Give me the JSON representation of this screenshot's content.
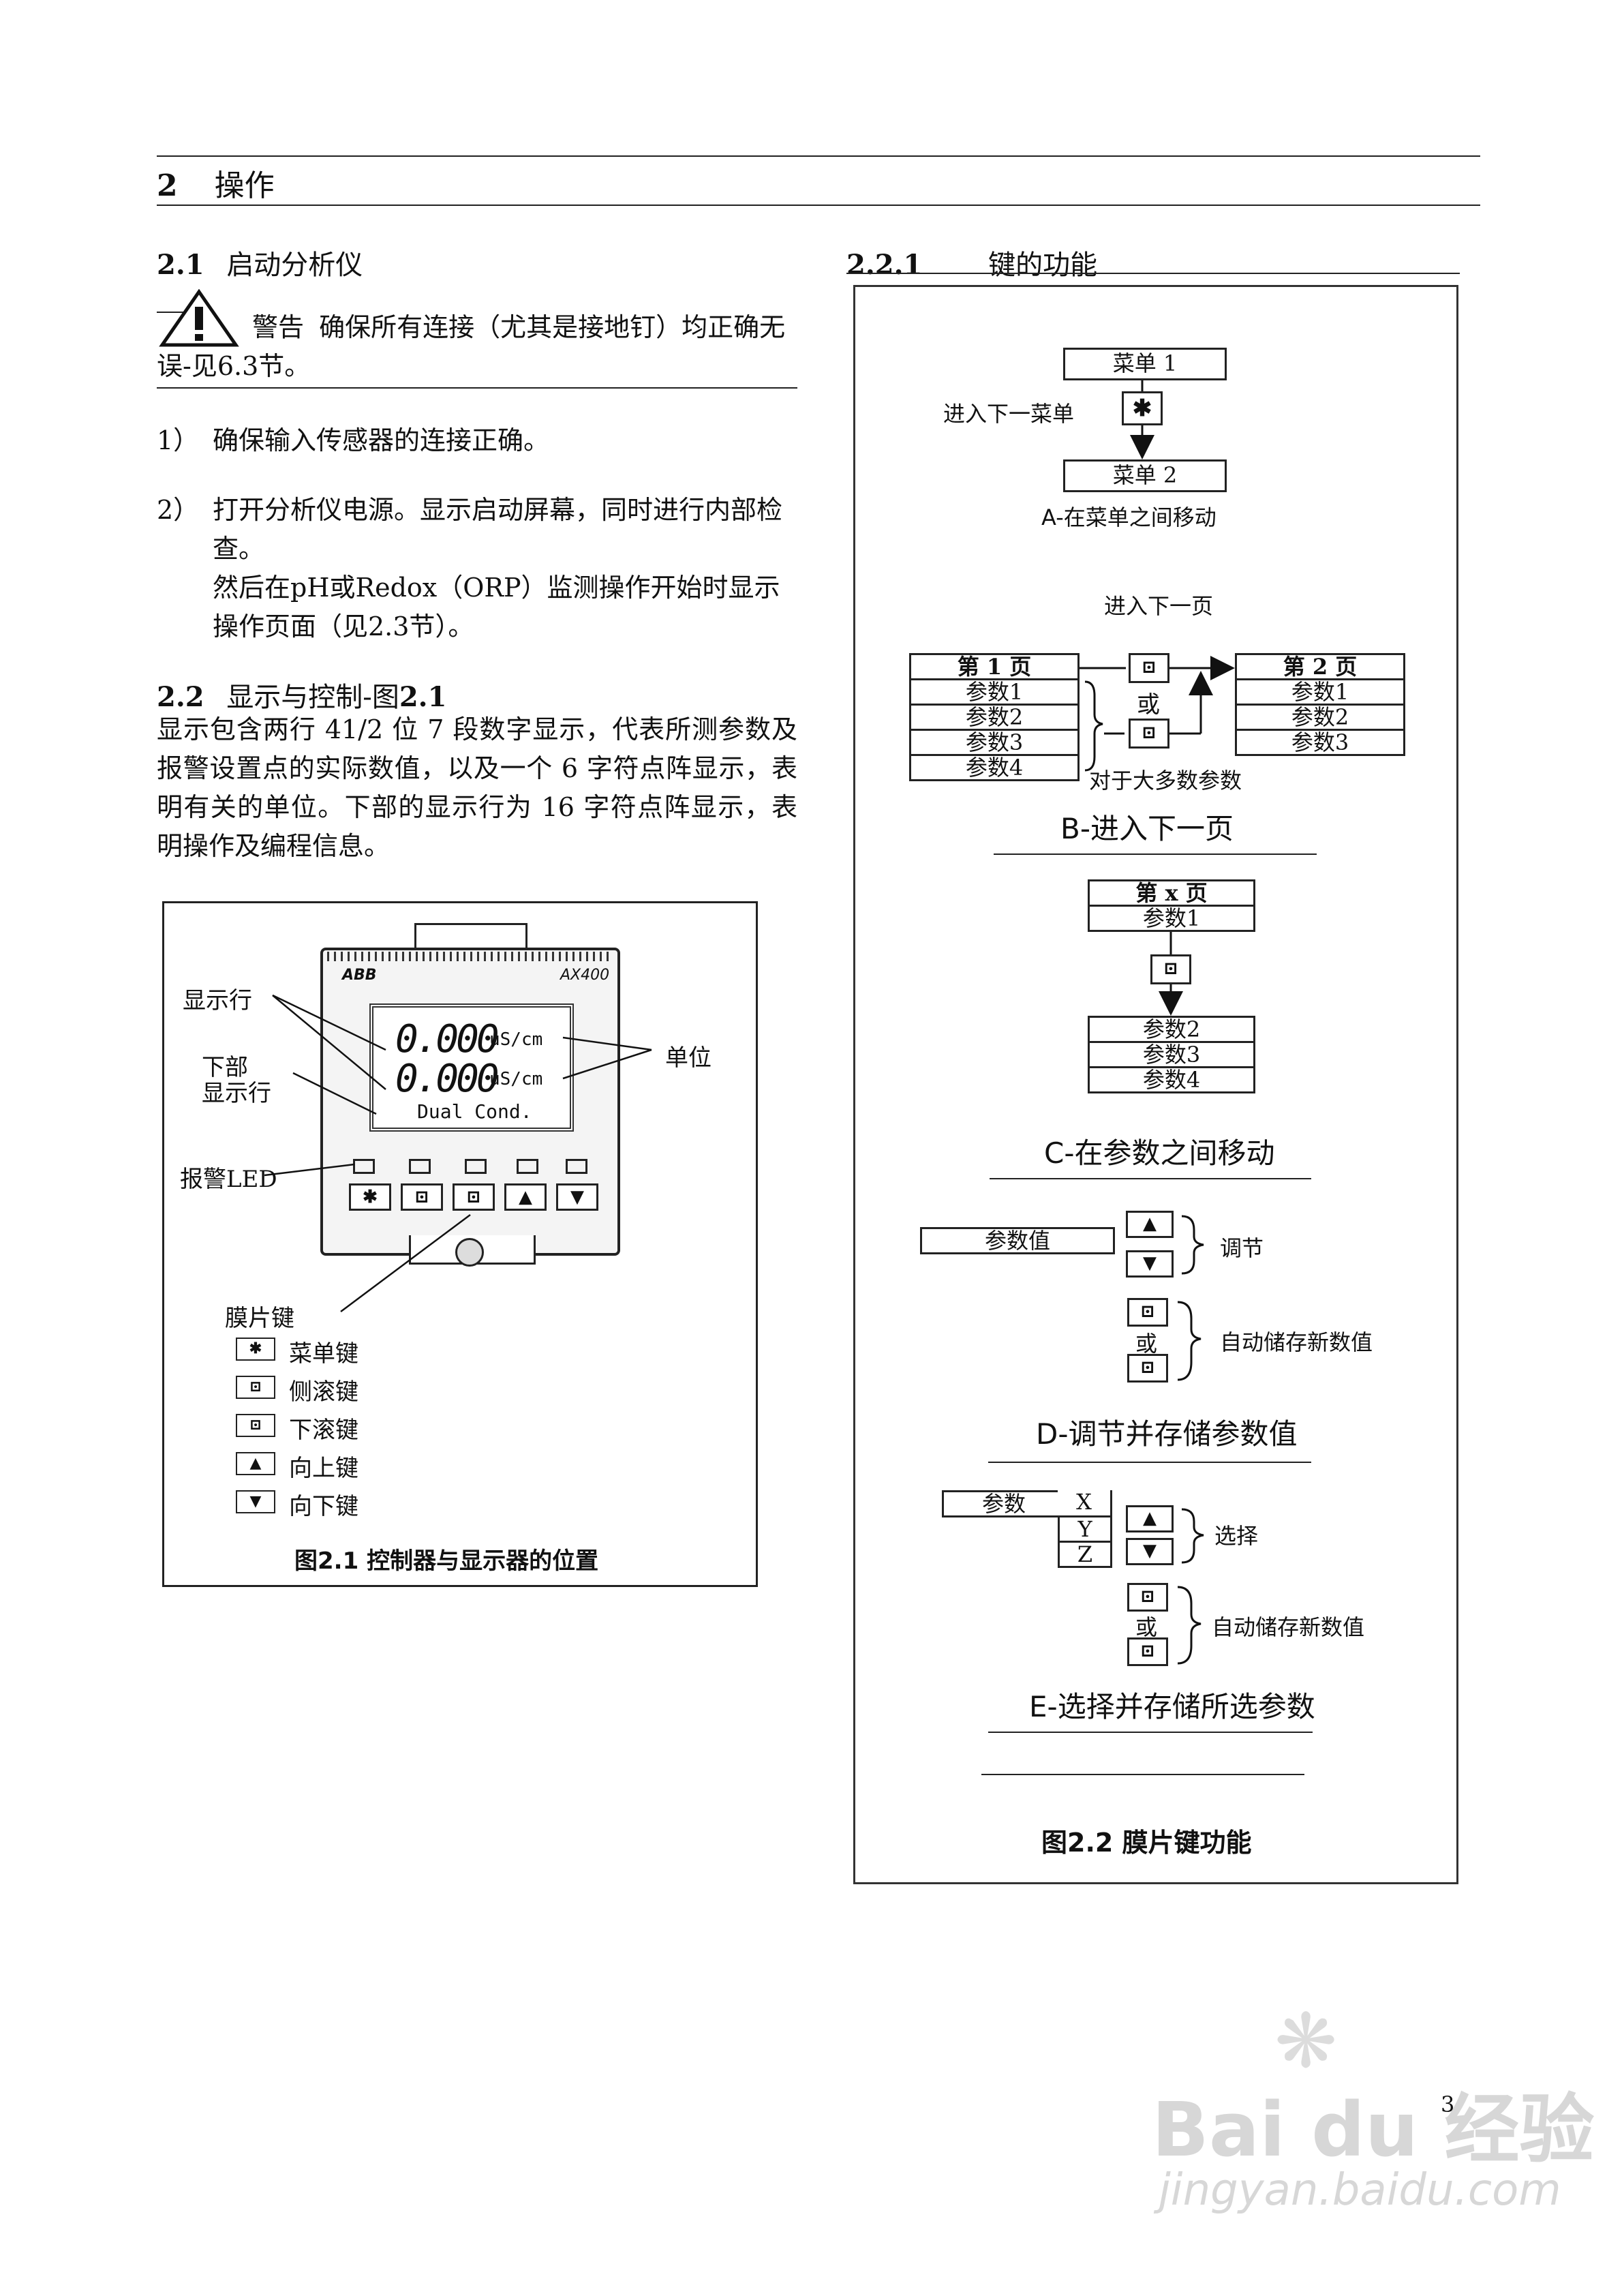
{
  "section": {
    "number": "2",
    "title": "操作"
  },
  "s21": {
    "number": "2.1",
    "title": "启动分析仪",
    "warning_prefix": "警告",
    "warning_text": "确保所有连接（尤其是接地钉）均正确无误-见6.3节。",
    "step1_num": "1）",
    "step1": "确保输入传感器的连接正确。",
    "step2_num": "2）",
    "step2a": "打开分析仪电源。显示启动屏幕，同时进行内部检查。",
    "step2b": "然后在pH或Redox（ORP）监测操作开始时显示操作页面（见2.3节）。"
  },
  "s22": {
    "number": "2.2",
    "title": "显示与控制-图",
    "title_bold": "2.1",
    "para": "显示包含两行 41/2 位 7 段数字显示，代表所测参数及报警设置点的实际数值，以及一个 6 字符点阵显示，表明有关的单位。下部的显示行为 16 字符点阵显示，表明操作及编程信息。"
  },
  "fig21": {
    "brand": "ABB",
    "model": "AX400",
    "reading1": "0.000",
    "reading2": "0.000",
    "unit1": "uS/cm",
    "unit2": "uS/cm",
    "lower_line": "Dual Cond.",
    "label_display_lines": "显示行",
    "label_lower_a": "下部",
    "label_lower_b": "显示行",
    "label_units": "单位",
    "label_alarm": "报警LED",
    "label_keys": "膜片键",
    "legend": [
      {
        "icon": "asterisk-icon",
        "glyph": "✱",
        "text": "菜单键"
      },
      {
        "icon": "side-scroll-icon",
        "glyph": "⊡",
        "text": "侧滚键"
      },
      {
        "icon": "down-scroll-icon",
        "glyph": "⊡",
        "text": "下滚键"
      },
      {
        "icon": "up-arrow-icon",
        "glyph": "▲",
        "text": "向上键"
      },
      {
        "icon": "down-arrow-icon",
        "glyph": "▼",
        "text": "向下键"
      }
    ],
    "caption": "图2.1 控制器与显示器的位置"
  },
  "s221": {
    "number": "2.2.1",
    "title": "键的功能"
  },
  "fig22": {
    "a": {
      "menu1": "菜单 1",
      "menu2": "菜单 2",
      "next_menu": "进入下一菜单",
      "key": "✱",
      "caption": "A-在菜单之间移动"
    },
    "b": {
      "next_page": "进入下一页",
      "page1": "第 1 页",
      "page2": "第 2 页",
      "params_left": [
        "参数1",
        "参数2",
        "参数3",
        "参数4"
      ],
      "params_right": [
        "参数1",
        "参数2",
        "参数3"
      ],
      "or": "或",
      "note": "对于大多数参数",
      "caption": "B-进入下一页"
    },
    "c": {
      "page_x": "第 x 页",
      "param1": "参数1",
      "params": [
        "参数2",
        "参数3",
        "参数4"
      ],
      "caption": "C-在参数之间移动"
    },
    "d": {
      "value": "参数值",
      "adjust": "调节",
      "or": "或",
      "autosave": "自动储存新数值",
      "caption": "D-调节并存储参数值"
    },
    "e": {
      "param": "参数",
      "options": [
        "X",
        "Y",
        "Z"
      ],
      "select": "选择",
      "or": "或",
      "autosave": "自动储存新数值",
      "caption": "E-选择并存储所选参数"
    },
    "caption": "图2.2 膜片键功能"
  },
  "page_number": "3",
  "watermark": {
    "brand": "Bai du 经验",
    "url": "jingyan.baidu.com"
  }
}
